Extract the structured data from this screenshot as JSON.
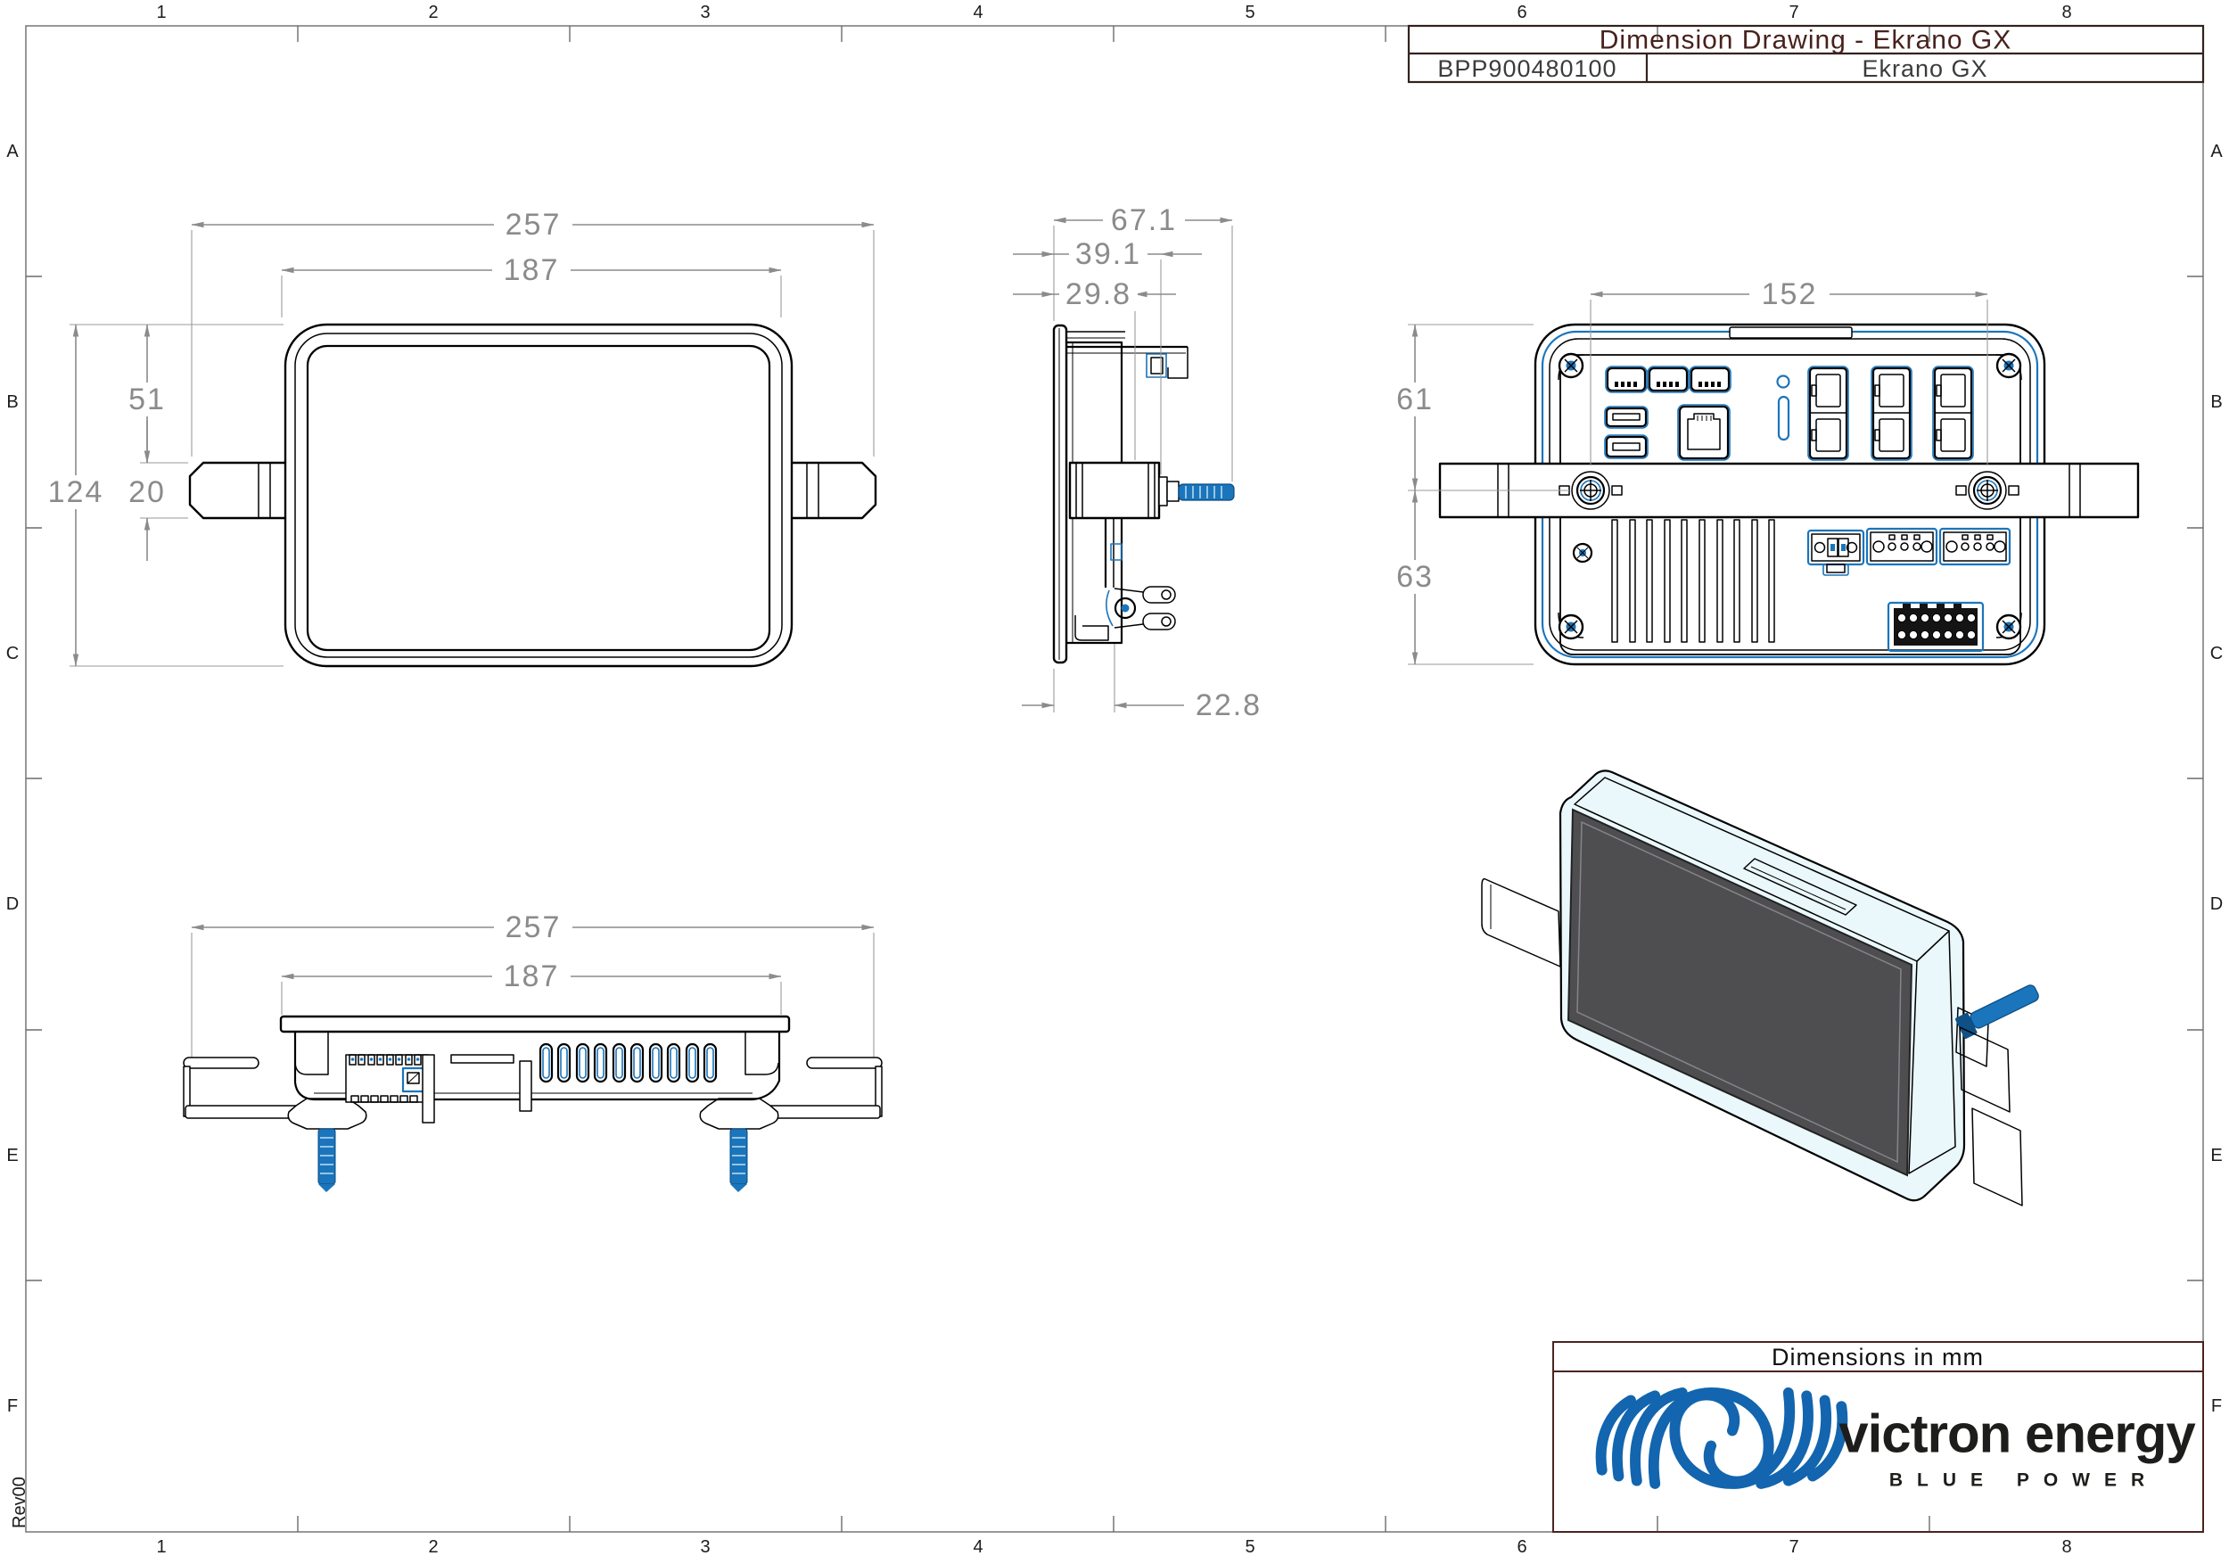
{
  "title_block": {
    "title": "Dimension Drawing - Ekrano GX",
    "part_number": "BPP900480100",
    "product_name": "Ekrano GX"
  },
  "sheet": {
    "columns": [
      "1",
      "2",
      "3",
      "4",
      "5",
      "6",
      "7",
      "8"
    ],
    "rows": [
      "A",
      "B",
      "C",
      "D",
      "E",
      "F"
    ],
    "revision": "Rev00"
  },
  "views": {
    "front": {
      "dims": {
        "overall_width": "257",
        "display_width": "187",
        "height": "124",
        "top_to_bracket": "51",
        "bracket_height": "20"
      }
    },
    "side": {
      "dims": {
        "overall_depth": "67.1",
        "front_to_stud": "39.1",
        "front_to_clip": "29.8",
        "front_to_bracket": "22.8"
      }
    },
    "rear": {
      "dims": {
        "stud_spacing": "152",
        "top_to_stud": "61",
        "stud_to_bottom": "63"
      }
    },
    "bottom": {
      "dims": {
        "overall_width": "257",
        "display_width": "187"
      }
    }
  },
  "footer": {
    "note": "Dimensions in mm",
    "brand": "victron energy",
    "tagline": "BLUE POWER"
  },
  "colors": {
    "accent_blue": "#1a75bc",
    "logo_blue": "#1265ae",
    "dimension_gray": "#8b8b8b",
    "title_maroon": "#47221d",
    "iso_screen": "#4e4e50",
    "iso_body": "#eaf7fb"
  }
}
